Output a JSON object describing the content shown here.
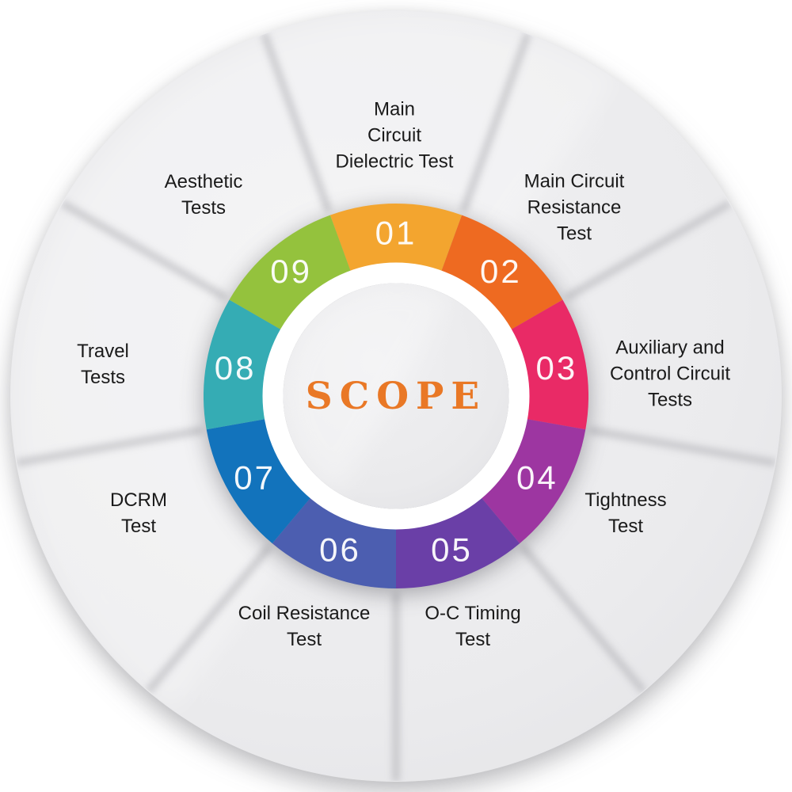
{
  "diagram": {
    "center_label": "SCOPE",
    "center_color": "#E97826",
    "number_color": "#FFFFFF",
    "label_color": "#1A1A1A",
    "disc_color": "#EBEBED",
    "ring_inner_color": "#FFFFFF"
  },
  "segments": [
    {
      "number": "01",
      "color": "#F3A52F",
      "label": "Main\nCircuit\nDielectric Test"
    },
    {
      "number": "02",
      "color": "#EE6A21",
      "label": "Main Circuit\nResistance\nTest"
    },
    {
      "number": "03",
      "color": "#E92A66",
      "label": "Auxiliary and\nControl Circuit\nTests"
    },
    {
      "number": "04",
      "color": "#9D36A1",
      "label": "Tightness\nTest"
    },
    {
      "number": "05",
      "color": "#6A3FA7",
      "label": "O-C Timing\nTest"
    },
    {
      "number": "06",
      "color": "#4C5EB0",
      "label": "Coil Resistance\nTest"
    },
    {
      "number": "07",
      "color": "#1273BC",
      "label": "DCRM\nTest"
    },
    {
      "number": "08",
      "color": "#35ACB4",
      "label": "Travel\nTests"
    },
    {
      "number": "09",
      "color": "#94C23D",
      "label": "Aesthetic\nTests"
    }
  ]
}
